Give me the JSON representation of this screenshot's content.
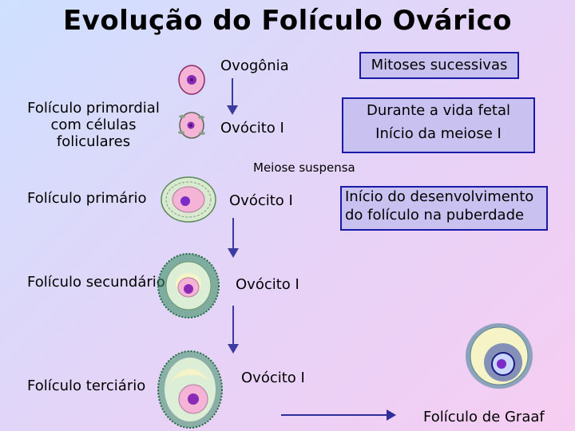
{
  "title": "Evolução do Folículo Ovárico",
  "stages_left": {
    "primordial": "Folículo primordial com células foliculares",
    "primario": "Folículo primário",
    "secundario": "Folículo secundário",
    "terciario": "Folículo terciário"
  },
  "cells": {
    "ovogonia": "Ovogônia",
    "ovocito1": "Ovócito I",
    "ovocito2": "Ovócito I",
    "ovocito3": "Ovócito I",
    "ovocito4": "Ovócito I"
  },
  "notes": {
    "mitoses": "Mitoses sucessivas",
    "vida_fetal": "Durante a vida fetal",
    "inicio_meiose": "Início da meiose I",
    "meiose_suspensa": "Meiose suspensa",
    "puberdade": "Início do desenvolvimento do folículo na puberdade",
    "graaf": "Folículo de Graaf"
  },
  "colors": {
    "box_border": "#1a1aa8",
    "box_fill": "#c9c2f0",
    "arrow": "#3a3aa0",
    "oocyte_pink": "#f5b3d6",
    "nucleus": "#8a2bb8",
    "granulosa": "#2e8b57",
    "antrum": "#f6f3c6"
  }
}
